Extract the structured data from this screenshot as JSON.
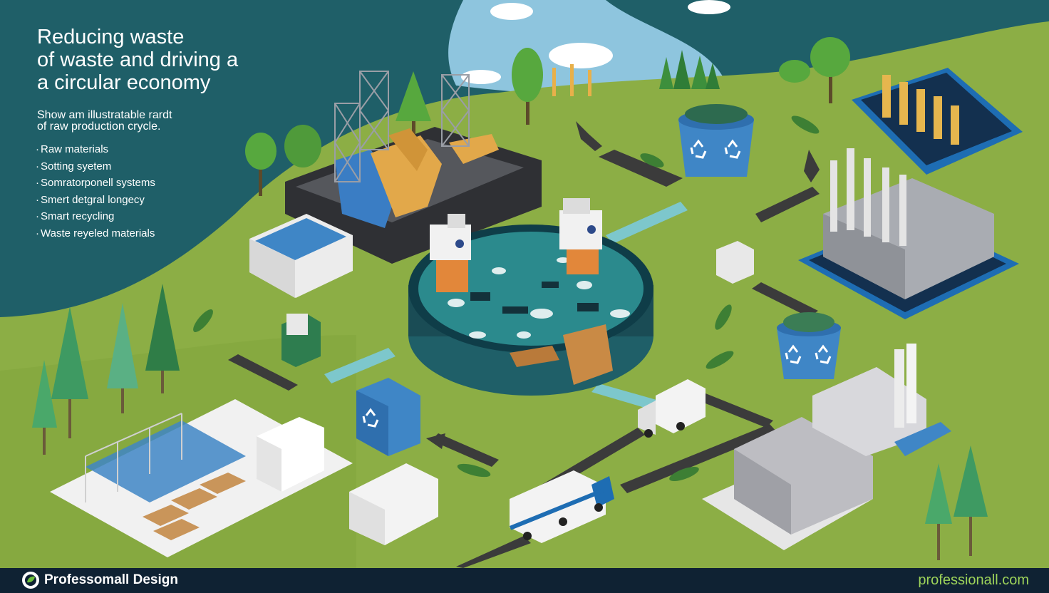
{
  "title": {
    "lines": [
      "Reducing waste",
      "of waste and driving a",
      "a circular economy"
    ]
  },
  "intro": {
    "lines": [
      "Show am illustratable rardt",
      "of raw production crycle."
    ]
  },
  "bullets": [
    "Raw materials",
    "Sotting syetem",
    "Somratorponell systems",
    "Smert detgral longecy",
    "Smart recycling",
    "Waste reyeled materials"
  ],
  "footer": {
    "brand": "Professomall Design",
    "url": "professionall.com",
    "brand_icon": "leaf-logo-icon"
  },
  "icons": {
    "recycle": "recycle-icon",
    "tree": "tree-icon",
    "factory": "factory-icon",
    "truck": "truck-icon",
    "bin": "recycling-bin-icon",
    "robot": "sorting-robot-icon",
    "arrow": "flow-arrow-icon"
  },
  "colors": {
    "teal": "#1f5f68",
    "grass": "#8cae45",
    "sky": "#8ec5de",
    "recycle_blue": "#3f86c6",
    "footer": "#0f2233",
    "footer_url": "#9ed45a"
  }
}
